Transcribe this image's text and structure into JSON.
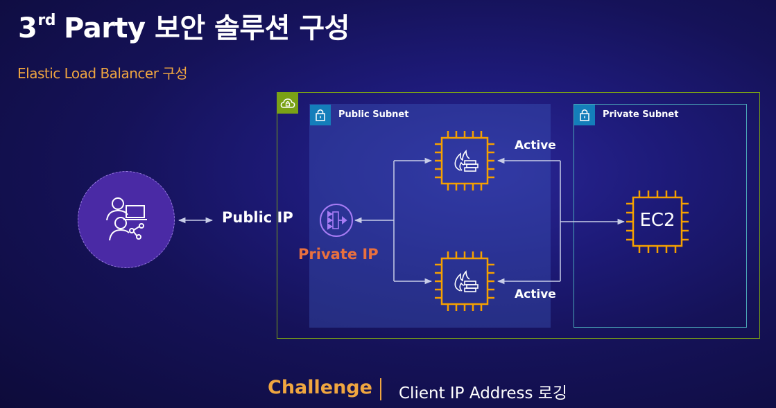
{
  "header": {
    "title_main": "3",
    "title_sup": "rd",
    "title_rest": "Party 보안 솔루션 구성",
    "subtitle": "Elastic Load Balancer 구성"
  },
  "diagram": {
    "public_subnet_label": "Public Subnet",
    "private_subnet_label": "Private Subnet",
    "public_ip_label": "Public IP",
    "private_ip_label": "Private IP",
    "active_top_label": "Active",
    "active_bottom_label": "Active",
    "ec2_label": "EC2",
    "colors": {
      "vpc_border": "#7aa116",
      "subnet_badge": "#147eba",
      "private_subnet_border": "#4aa7b8",
      "chip_orange": "#f5a000",
      "client_circle": "#4a2aa5",
      "private_ip_text": "#e9703e",
      "accent_gold": "#f0a640"
    },
    "icons": [
      "cloud-lock-icon",
      "lock-icon",
      "users-client-icon",
      "load-balancer-icon",
      "firewall-instance-icon",
      "ec2-instance-icon"
    ]
  },
  "footer": {
    "challenge_label": "Challenge",
    "challenge_text": "Client IP Address 로깅"
  }
}
